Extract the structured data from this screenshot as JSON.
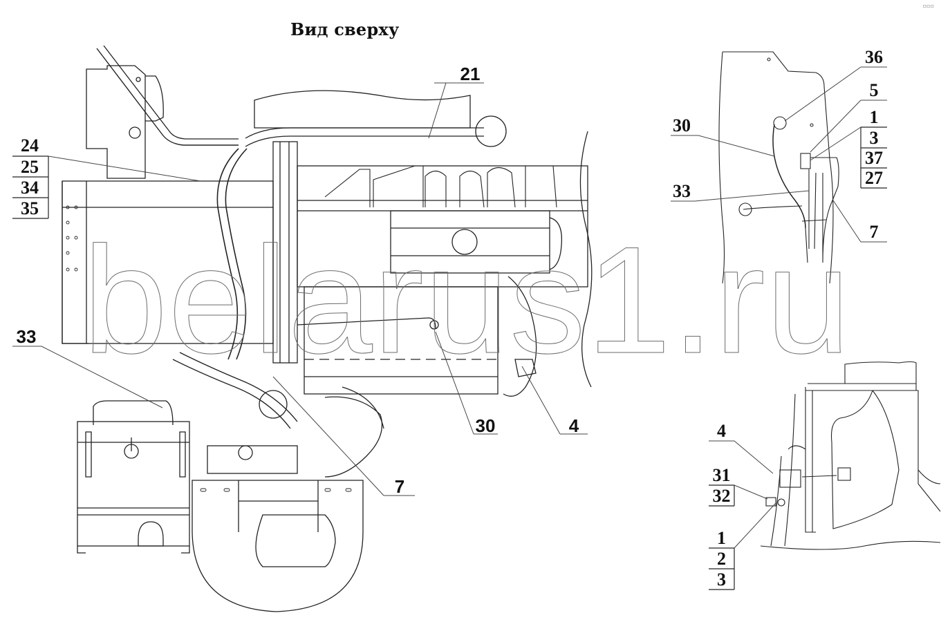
{
  "title": "Вид сверху",
  "corner_mark": "▫▫▫",
  "watermark": "belarus1.ru",
  "main_view": {
    "callouts": [
      {
        "id": "c21",
        "label": "21"
      },
      {
        "id": "c30",
        "label": "30"
      },
      {
        "id": "c4",
        "label": "4"
      },
      {
        "id": "c7",
        "label": "7"
      },
      {
        "id": "c33",
        "label": "33"
      }
    ],
    "stack_left": [
      "24",
      "25",
      "34",
      "35"
    ]
  },
  "detail_top_right": {
    "callouts": [
      {
        "id": "d36",
        "label": "36"
      },
      {
        "id": "d5",
        "label": "5"
      },
      {
        "id": "d30",
        "label": "30"
      },
      {
        "id": "d33",
        "label": "33"
      },
      {
        "id": "d7",
        "label": "7"
      }
    ],
    "stack": [
      "1",
      "3",
      "37",
      "27"
    ]
  },
  "detail_bottom_right": {
    "callouts": [
      {
        "id": "e4",
        "label": "4"
      }
    ],
    "stack_a": [
      "31",
      "32"
    ],
    "stack_b": [
      "1",
      "2",
      "3"
    ]
  },
  "colors": {
    "line": "#222222",
    "thin": "#555555",
    "watermark": "#666666"
  }
}
